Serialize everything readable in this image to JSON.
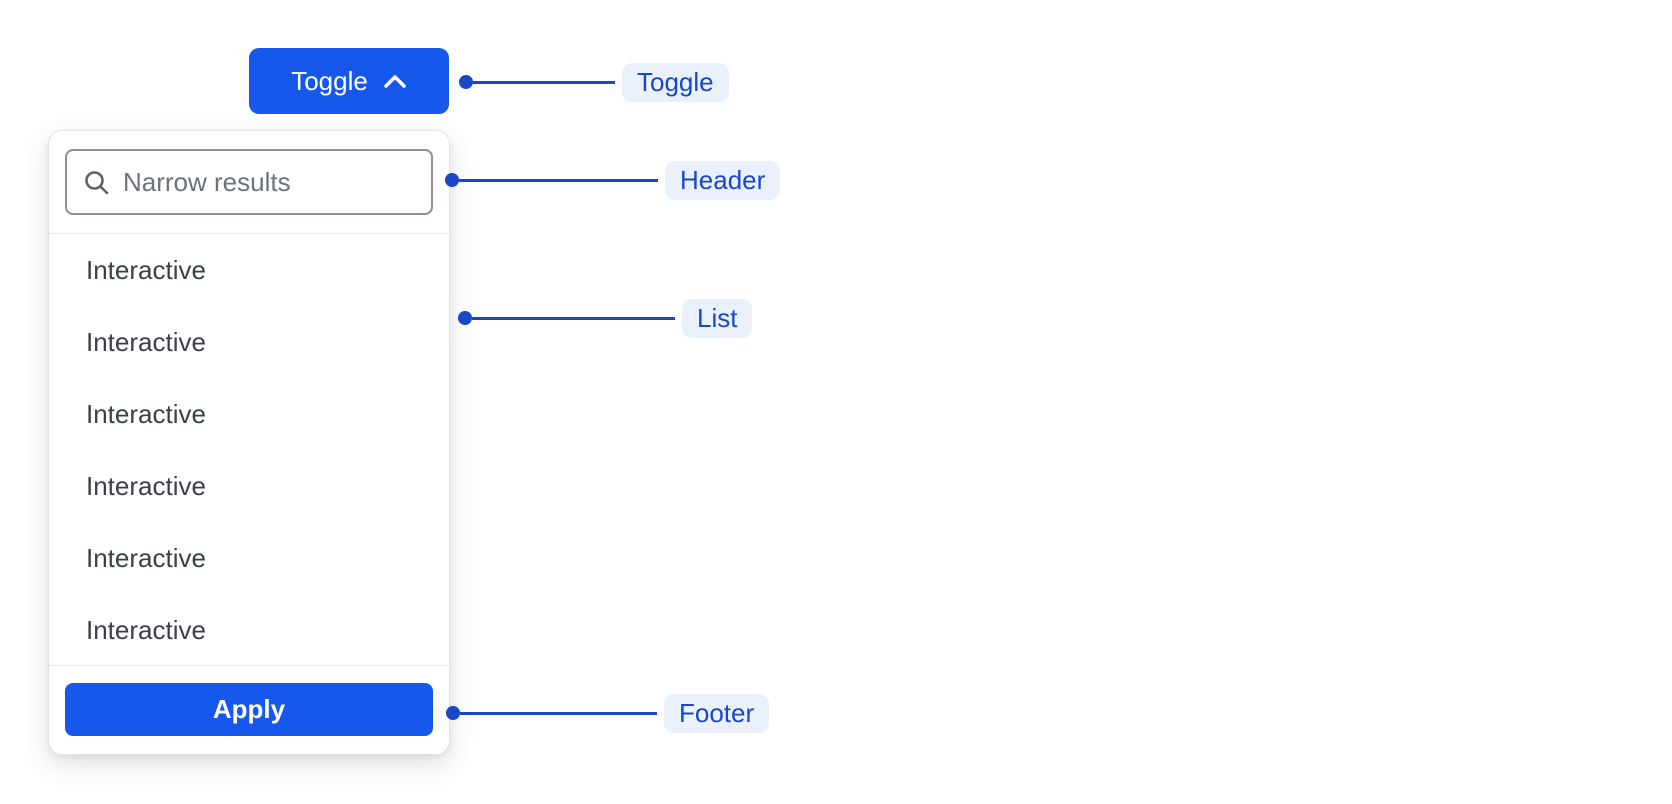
{
  "toggle": {
    "label": "Toggle"
  },
  "dropdown": {
    "header": {
      "search_placeholder": "Narrow results"
    },
    "list": {
      "items": [
        "Interactive",
        "Interactive",
        "Interactive",
        "Interactive",
        "Interactive",
        "Interactive"
      ]
    },
    "footer": {
      "apply_label": "Apply"
    }
  },
  "annotations": [
    {
      "id": "toggle",
      "label": "Toggle"
    },
    {
      "id": "header",
      "label": "Header"
    },
    {
      "id": "list",
      "label": "List"
    },
    {
      "id": "footer",
      "label": "Footer"
    }
  ],
  "icons": {
    "toggle_chevron": "chevron-up",
    "search": "magnifying-glass"
  },
  "colors": {
    "button_blue": "#1658ec",
    "callout_blue": "#1a47c8",
    "callout_pill_bg": "#eaf1fc",
    "text_primary": "#3a3f4a",
    "placeholder_gray": "#6b717d",
    "input_border": "#8a8f99",
    "panel_border": "#e0e3e8",
    "divider": "#e4e7ec",
    "background": "#ffffff"
  }
}
